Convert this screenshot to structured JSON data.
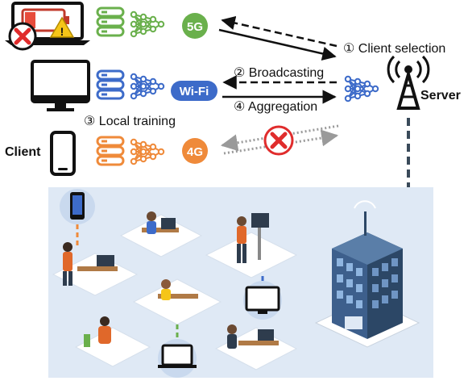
{
  "labels": {
    "client_selection": "① Client selection",
    "broadcasting": "② Broadcasting",
    "aggregation": "④ Aggregation",
    "local_training": "③ Local training",
    "server": "Server",
    "client": "Client"
  },
  "badges": {
    "net_5g": "5G",
    "net_wifi": "Wi-Fi",
    "net_4g": "4G"
  },
  "colors": {
    "green": "#6ab04c",
    "blue": "#3d6bc9",
    "orange": "#ef8a3a",
    "red": "#e02c2c",
    "office_bg": "#dfe9f5",
    "dash_gray": "#9a9a9a",
    "dash_dark": "#3a4a5a"
  },
  "icons": [
    "laptop-icon",
    "battery-low-icon",
    "warning-icon",
    "failure-cross-icon",
    "monitor-icon",
    "smartphone-icon",
    "database-icon",
    "neural-network-icon",
    "antenna-tower-icon",
    "office-building-icon"
  ]
}
